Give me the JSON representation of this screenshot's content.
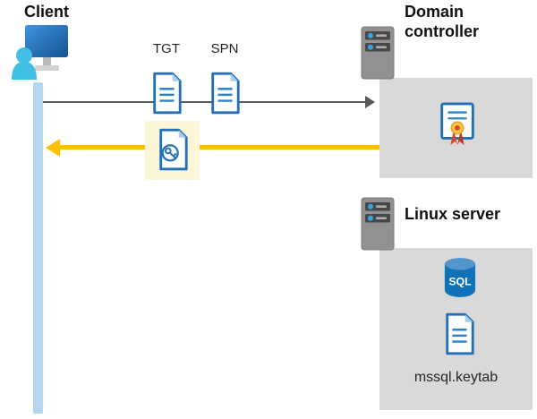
{
  "labels": {
    "client": "Client",
    "domain_controller": "Domain controller",
    "linux_server": "Linux server",
    "tgt": "TGT",
    "spn": "SPN",
    "keytab_file": "mssql.keytab",
    "sql": "SQL"
  },
  "icons": {
    "client": "client-computer-icon",
    "domain_controller": "server-icon",
    "linux_server": "server-icon",
    "tgt": "document-icon",
    "spn": "document-icon",
    "ticket": "key-document-icon",
    "certificate": "certificate-icon",
    "database": "sql-database-icon",
    "keytab": "document-icon"
  },
  "colors": {
    "accent_blue": "#2470b8",
    "doc_line_blue": "#2e83cc",
    "request_arrow_gray": "#595959",
    "response_arrow_gold": "#ffc000",
    "highlight_yellow": "#fdf5d7",
    "panel_gray": "#d9d9d9",
    "client_bar_blue": "#b4d6ee",
    "person_cyan": "#3fc0e4",
    "sql_blue": "#1072b8"
  }
}
